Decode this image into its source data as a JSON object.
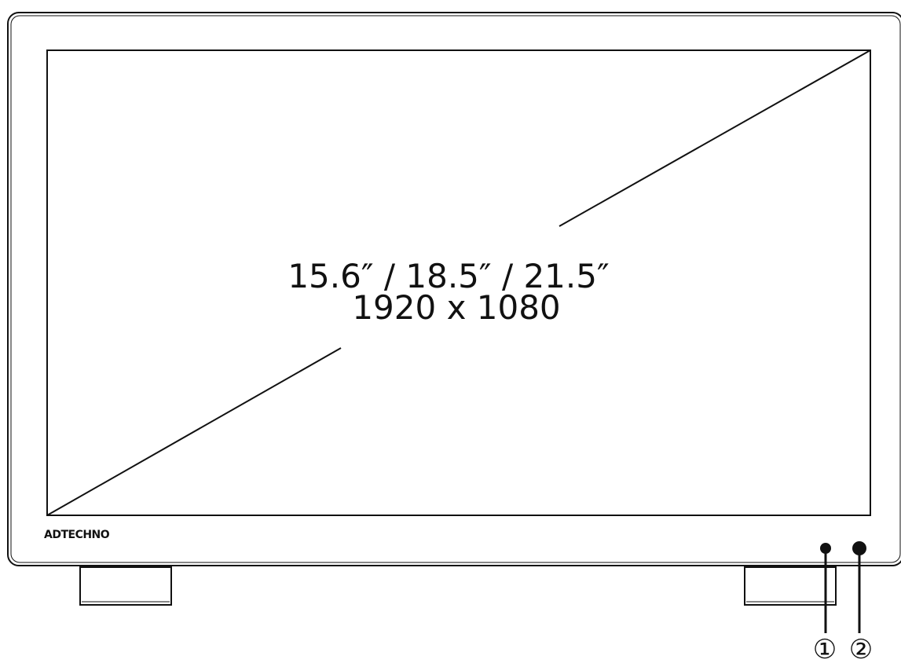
{
  "diagram": {
    "screen": {
      "sizes": "15.6″  / 18.5″  / 21.5″",
      "resolution": "1920 x 1080"
    },
    "brand_logo": "ADTECHNO",
    "callouts": [
      {
        "label": "①"
      },
      {
        "label": "②"
      }
    ],
    "line_color": "#111111",
    "background_color": "#ffffff"
  }
}
